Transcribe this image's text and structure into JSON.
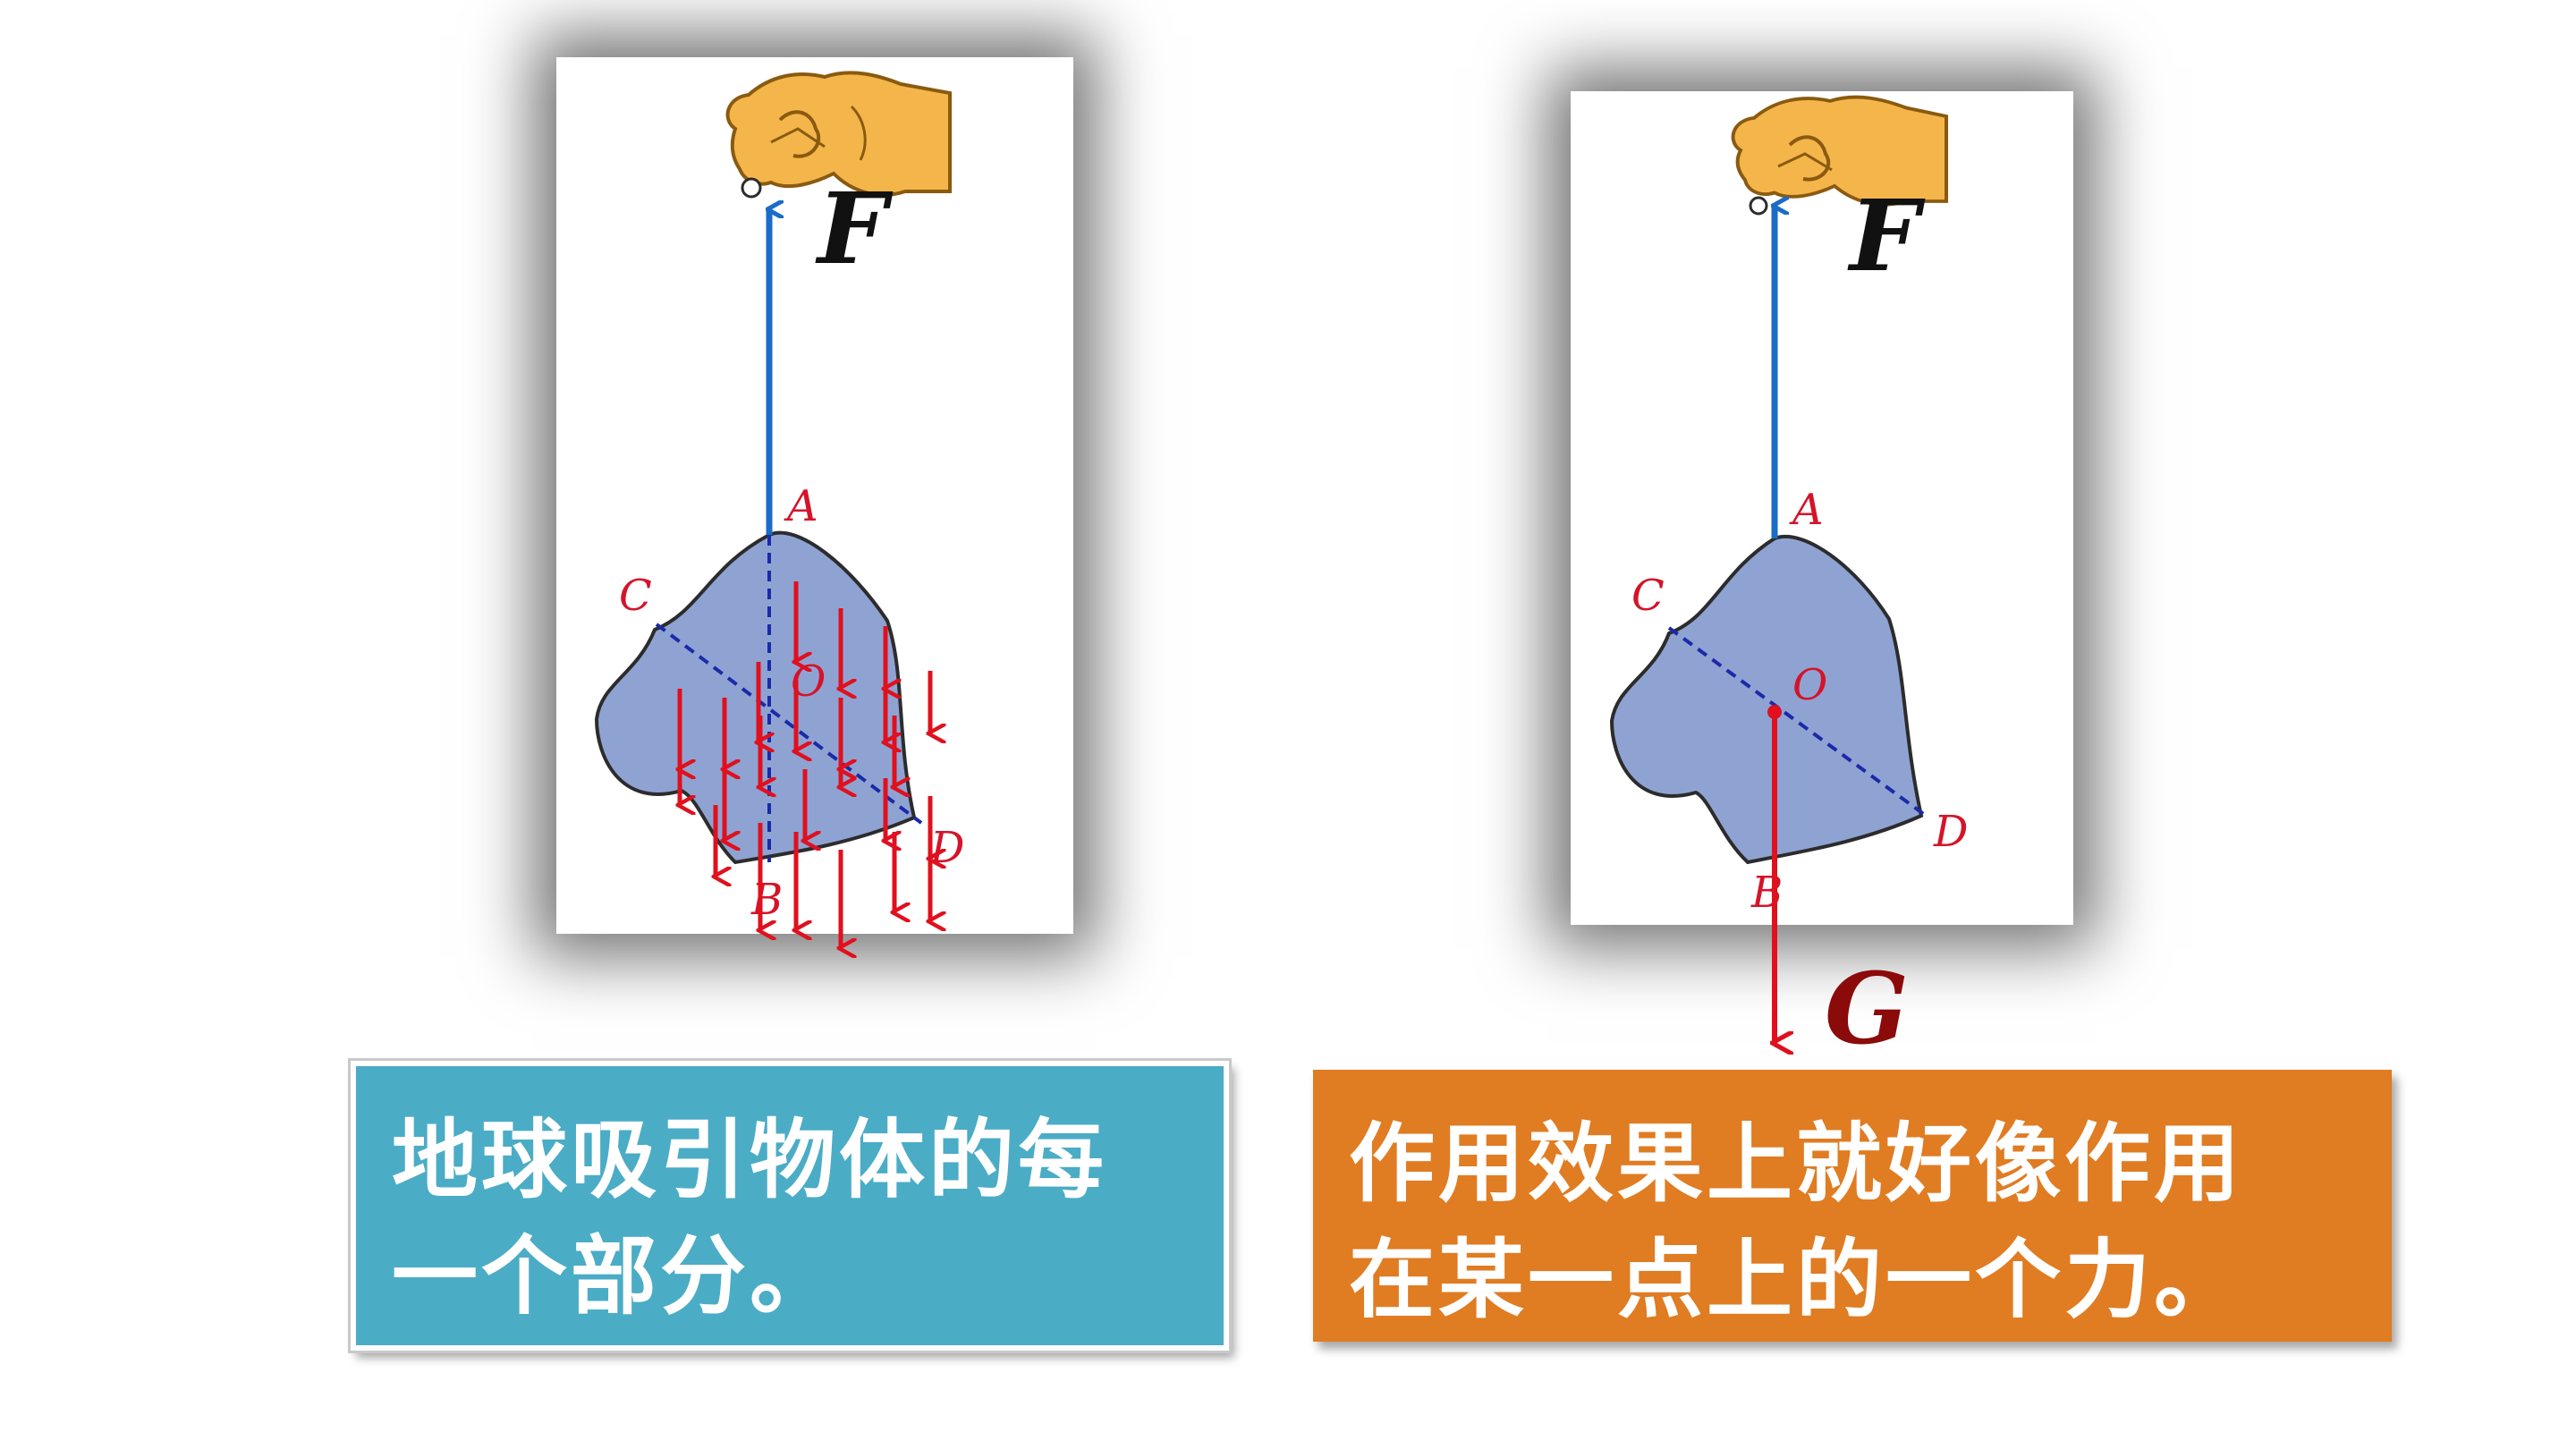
{
  "left_figure": {
    "force_label": "F",
    "points": {
      "a": "A",
      "b": "B",
      "c": "C",
      "d": "D",
      "o": "O"
    }
  },
  "right_figure": {
    "force_label": "F",
    "gravity_label": "G",
    "points": {
      "a": "A",
      "b": "B",
      "c": "C",
      "d": "D",
      "o": "O"
    }
  },
  "captions": {
    "left": {
      "line1": "地球吸引物体的每",
      "line2": "一个部分。"
    },
    "right": {
      "line1": "作用效果上就好像作用",
      "line2": "在某一点上的一个力。"
    }
  },
  "colors": {
    "rock_fill": "#8fa3d3",
    "rock_outline": "#2c2c2c",
    "force_arrow": "#1a6cc8",
    "gravity_arrow": "#e0101e",
    "point_label": "#d4142a",
    "gravity_label": "#8b0a0a",
    "hand_fill": "#f4b64a",
    "caption_left_bg": "#4bacc6",
    "caption_right_bg": "#e07c22"
  }
}
